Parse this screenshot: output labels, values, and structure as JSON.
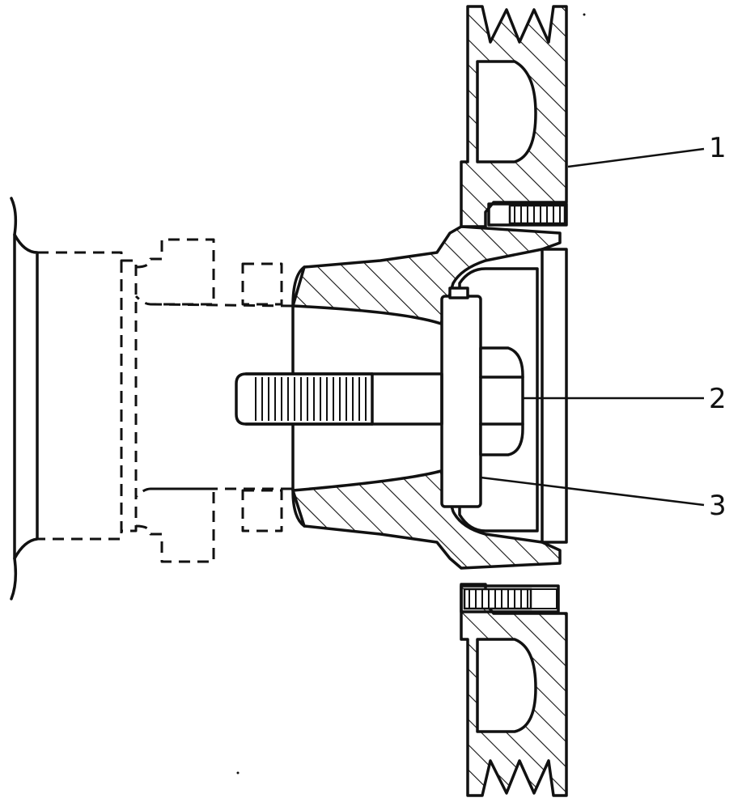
{
  "callouts": [
    {
      "id": "1",
      "text": "1"
    },
    {
      "id": "2",
      "text": "2"
    },
    {
      "id": "3",
      "text": "3"
    }
  ],
  "colors": {
    "ink": "#111111",
    "paper": "#ffffff"
  }
}
